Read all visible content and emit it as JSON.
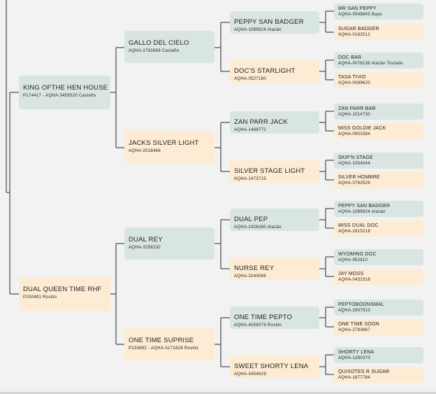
{
  "pedigree": {
    "sire": {
      "name": "KING OFTHE HEN HOUSE",
      "reg": "P174417 - AQHA-3459520 Castaño"
    },
    "dam": {
      "name": "DUAL QUEEN TIME RHF",
      "reg": "P250481 Rosillo"
    },
    "sire_sire": {
      "name": "GALLO DEL CIELO",
      "reg": "AQHA-2782668 Castaño"
    },
    "sire_dam": {
      "name": "JACKS SILVER LIGHT",
      "reg": "AQHA-2018466"
    },
    "dam_sire": {
      "name": "DUAL REY",
      "reg": "AQHA-3258232"
    },
    "dam_dam": {
      "name": "ONE TIME SUPRISE",
      "reg": "P233692 - AQHA-5171828 Rosillo"
    },
    "gen3": [
      {
        "name": "PEPPY SAN BADGER",
        "reg": "AQHA-1089924 Alazán"
      },
      {
        "name": "DOC'S STARLIGHT",
        "reg": "AQHA-0527180"
      },
      {
        "name": "ZAN PARR JACK",
        "reg": "AQHA-1468772"
      },
      {
        "name": "SILVER STAGE LIGHT",
        "reg": "AQHA-1473715"
      },
      {
        "name": "DUAL PEP",
        "reg": "AQHA-2426280 Alazán"
      },
      {
        "name": "NURSE REY",
        "reg": "AQHA-2040065"
      },
      {
        "name": "ONE TIME PEPTO",
        "reg": "AQHA-4059079 Rosillo"
      },
      {
        "name": "SWEET SHORTY LENA",
        "reg": "AQHA-3454629"
      }
    ],
    "gen4": [
      {
        "name": "MR SAN PEPPY",
        "reg": "AQHA-0548845 Bayo"
      },
      {
        "name": "SUGAR BADGER",
        "reg": "AQHA-0182512"
      },
      {
        "name": "DOC BAR",
        "reg": "AQHA-0076136 Alazán Tostado"
      },
      {
        "name": "TASA TIVIO",
        "reg": "AQHA-0089620"
      },
      {
        "name": "ZAN PARR BAR",
        "reg": "AQHA-1014730"
      },
      {
        "name": "MISS GOLDIE JACK",
        "reg": "AQHA-0903384"
      },
      {
        "name": "SKIP'N STAGE",
        "reg": "AQHA-1004044"
      },
      {
        "name": "SILVER HOMBRE",
        "reg": "AQHA-0762526"
      },
      {
        "name": "PEPPY SAN BADGER",
        "reg": "AQHA-1089924 Alazán"
      },
      {
        "name": "MISS DUAL DOC",
        "reg": "AQHA-1615218"
      },
      {
        "name": "WYOMING DOC",
        "reg": "AQHA-952810"
      },
      {
        "name": "JAY MOSS",
        "reg": "AQHA-0432316"
      },
      {
        "name": "PEPTOBOONSMAL",
        "reg": "AQHA-2907910"
      },
      {
        "name": "ONE TIME SOON",
        "reg": "AQHA-2783867"
      },
      {
        "name": "SHORTY LENA",
        "reg": "AQHA-1280370"
      },
      {
        "name": "QUIXOTES R SUGAR",
        "reg": "AQHA-1877784"
      }
    ]
  },
  "colors": {
    "sire_box": "#d9e5e1",
    "dam_box": "#fdebd3",
    "connector": "#555555",
    "background": "#f2f2f2"
  }
}
